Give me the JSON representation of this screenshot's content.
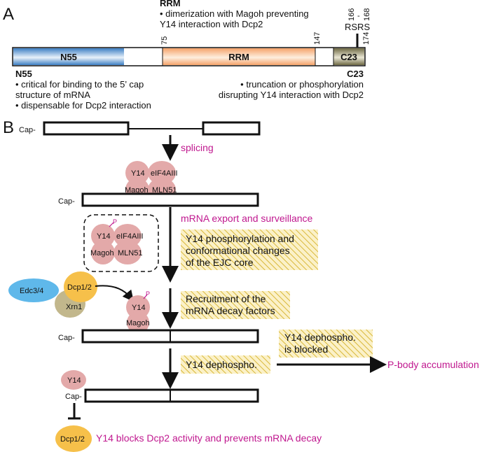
{
  "panels": {
    "a": "A",
    "b": "B"
  },
  "domain_bar": {
    "n55": "N55",
    "rrm": "RRM",
    "c23": "C23",
    "pos_75": "75",
    "pos_147": "147",
    "pos_174": "174",
    "pos_166": "166",
    "pos_168": "168",
    "rsrs": "RSRS"
  },
  "rrm_note": {
    "title": "RRM",
    "line1": "• dimerization with Magoh preventing",
    "line2": "Y14 interaction with Dcp2"
  },
  "n55_note": {
    "title": "N55",
    "line1": "• critical for binding to the 5’ cap",
    "line2": "structure of mRNA",
    "line3": "• dispensable for Dcp2 interaction"
  },
  "c23_note": {
    "title": "C23",
    "line1": "• truncation or phosphorylation",
    "line2": "disrupting Y14 interaction with Dcp2"
  },
  "labels": {
    "cap": "Cap-",
    "y14": "Y14",
    "magoh": "Magoh",
    "eif4aiii": "eIF4AIII",
    "mln51": "MLN51",
    "edc34": "Edc3/4",
    "dcp12": "Dcp1/2",
    "xrn1": "Xrn1",
    "p": "P"
  },
  "steps": {
    "splicing": "splicing",
    "export": "mRNA export and surveillance",
    "pbody": "P-body accumulation",
    "blocks": "Y14 blocks Dcp2 activity and prevents mRNA decay"
  },
  "boxes": {
    "phospho_l1": "Y14 phosphorylation and",
    "phospho_l2": "conformational changes",
    "phospho_l3": "of the EJC core",
    "recruit_l1": "Recruitment of the",
    "recruit_l2": "mRNA decay factors",
    "dephospho": "Y14 dephospho.",
    "blocked_l1": "Y14 dephospho.",
    "blocked_l2": "is blocked"
  },
  "colors": {
    "n55_blue": "#3d7fc4",
    "rrm_orange": "#f5a36a",
    "c23_olive": "#7a7450",
    "protein_pink": "#e3a9a9",
    "dcp_yellow": "#f6c04a",
    "edc_blue": "#5fb8ea",
    "xrn_tan": "#c2b78c",
    "magenta": "#c0188f",
    "hatch_yellow": "#d9b83a"
  }
}
